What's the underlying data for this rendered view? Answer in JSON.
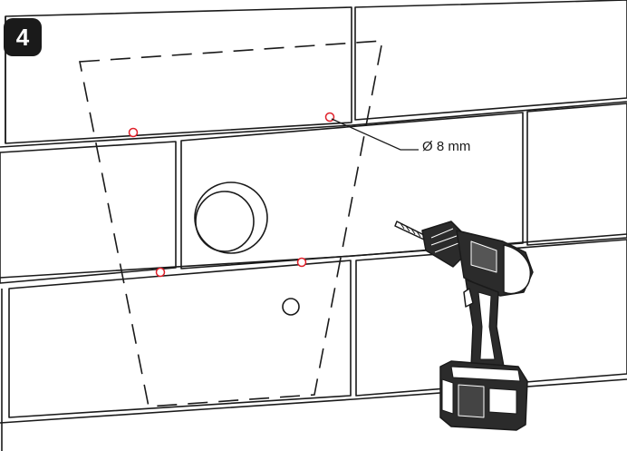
{
  "step": {
    "number": "4"
  },
  "callout": {
    "drill_diameter": "Ø 8 mm"
  },
  "icons": {
    "drill_point": "drill-point-marker",
    "tool": "cordless-drill-icon",
    "hole": "wall-hole-icon"
  },
  "colors": {
    "drill_point": "#e0202a",
    "line": "#1a1a1a",
    "badge": "#1a1a1a"
  }
}
